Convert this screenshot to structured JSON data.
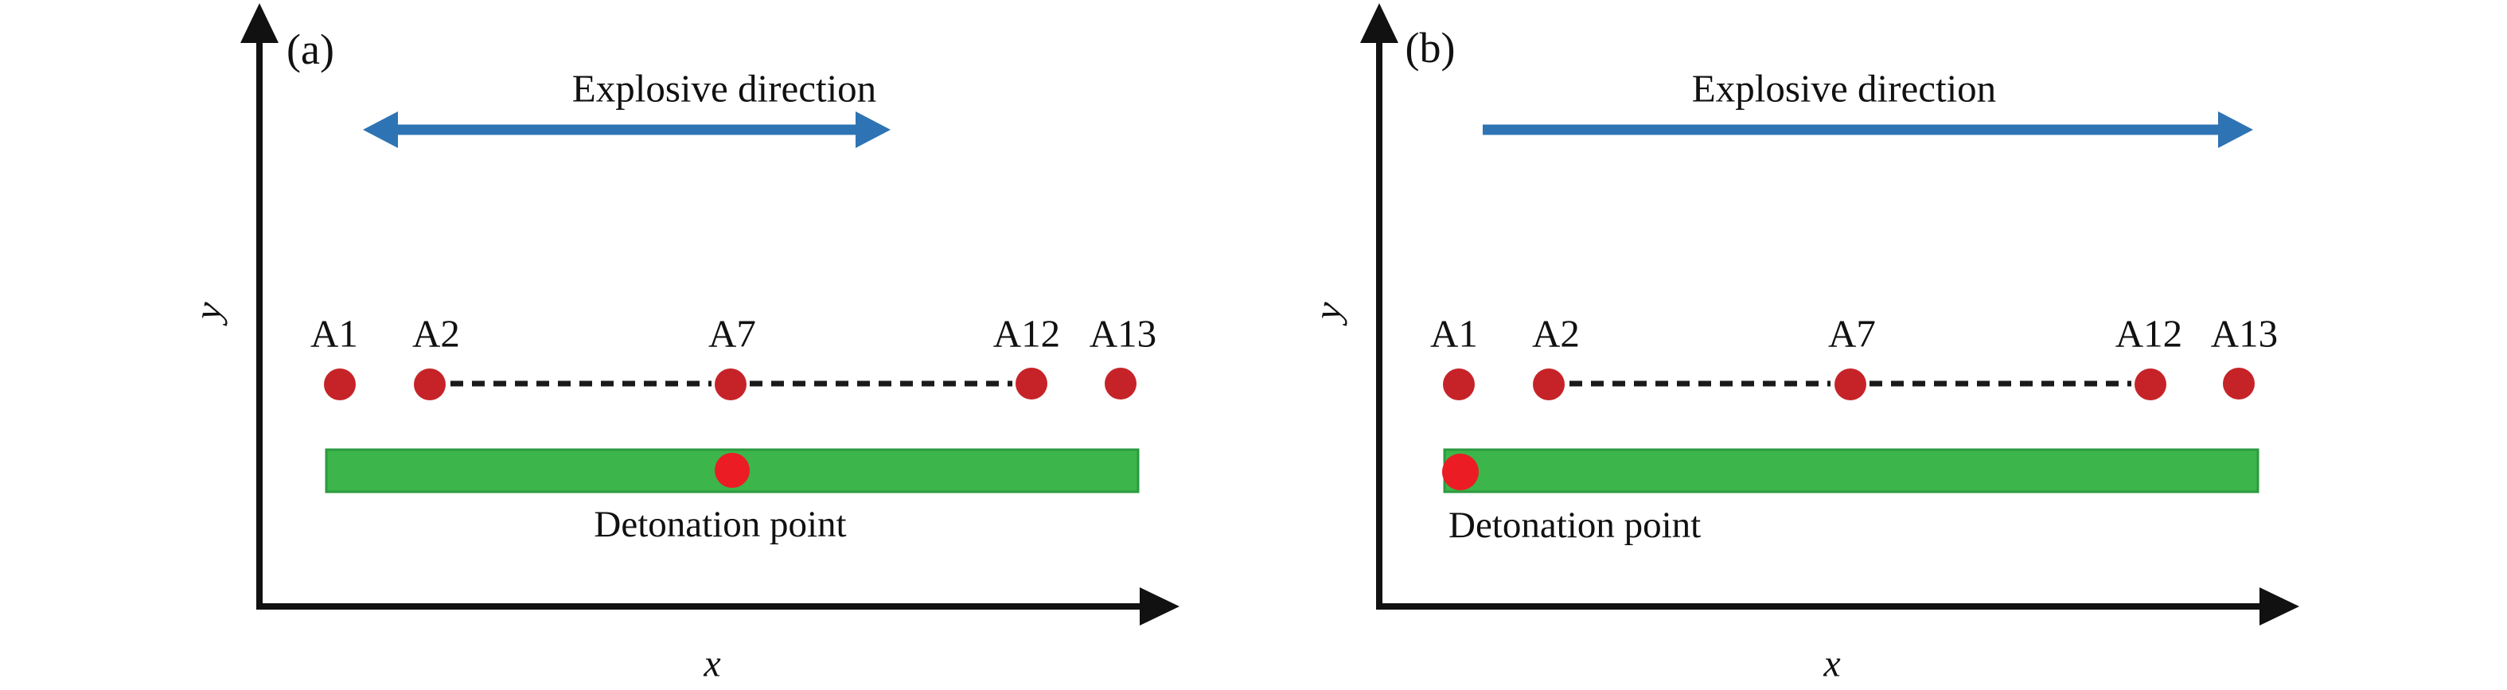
{
  "figure": {
    "colors": {
      "axis": "#111111",
      "text": "#111111",
      "sensor_dot": "#c62328",
      "detonation_dot": "#ec1c24",
      "explosive_bar_fill": "#3cb54a",
      "explosive_bar_border": "#2c9a3f",
      "direction_arrow": "#2e74b5",
      "dashed_line": "#1a1a1a"
    },
    "panels": [
      {
        "tag": "(a)",
        "direction_label": "Explosive direction",
        "arrow_style": "double-headed",
        "detonation_label": "Detonation point",
        "detonation_position": "center-of-bar",
        "x_axis_label": "x",
        "y_axis_label": "y",
        "sensors": [
          {
            "label": "A1"
          },
          {
            "label": "A2"
          },
          {
            "label": "A7"
          },
          {
            "label": "A12"
          },
          {
            "label": "A13"
          }
        ]
      },
      {
        "tag": "(b)",
        "direction_label": "Explosive direction",
        "arrow_style": "single-headed-right",
        "detonation_label": "Detonation point",
        "detonation_position": "left-end-of-bar",
        "x_axis_label": "x",
        "y_axis_label": "y",
        "sensors": [
          {
            "label": "A1"
          },
          {
            "label": "A2"
          },
          {
            "label": "A7"
          },
          {
            "label": "A12"
          },
          {
            "label": "A13"
          }
        ]
      }
    ]
  }
}
